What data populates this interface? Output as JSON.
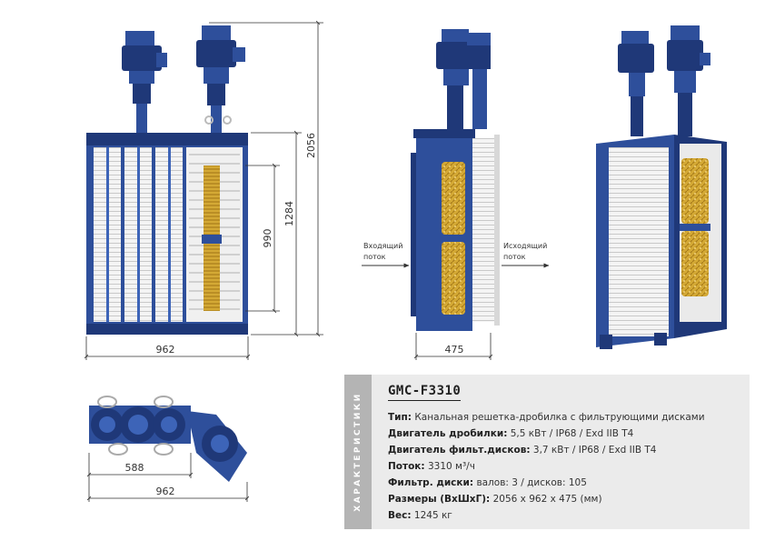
{
  "colors": {
    "frame_blue": "#2e4f9b",
    "dark_blue": "#1f3878",
    "light_blue": "#3d64b8",
    "brush_gold": "#d4a935",
    "panel_bg": "#ebebeb",
    "panel_tab": "#b4b4b4"
  },
  "dimensions": {
    "front_width": "962",
    "overall_height": "2056",
    "frame_height": "1284",
    "screen_height": "990",
    "side_width": "475",
    "plan_inner_width": "588",
    "plan_width": "962"
  },
  "flow": {
    "inlet_line1": "Входящий",
    "inlet_line2": "поток",
    "outlet_line1": "Исходящий",
    "outlet_line2": "поток"
  },
  "spec": {
    "side_label": "ХАРАКТЕРИСТИКИ",
    "model": "GMC-F3310",
    "rows": [
      {
        "label": "Тип:",
        "value": "Канальная решетка-дробилка  с фильтрующими дисками"
      },
      {
        "label": "Двигатель дробилки:",
        "value": "5,5 кВт / IP68 / Exd IIB T4"
      },
      {
        "label": "Двигатель фильт.дисков:",
        "value": "3,7 кВт / IP68 / Exd IIB T4"
      },
      {
        "label": "Поток:",
        "value": "3310 м³/ч"
      },
      {
        "label": "Фильтр. диски:",
        "value": "валов: 3 / дисков: 105"
      },
      {
        "label": "Размеры (ВхШхГ):",
        "value": "2056 х 962 х 475 (мм)"
      },
      {
        "label": "Вес:",
        "value": "1245 кг"
      }
    ]
  }
}
